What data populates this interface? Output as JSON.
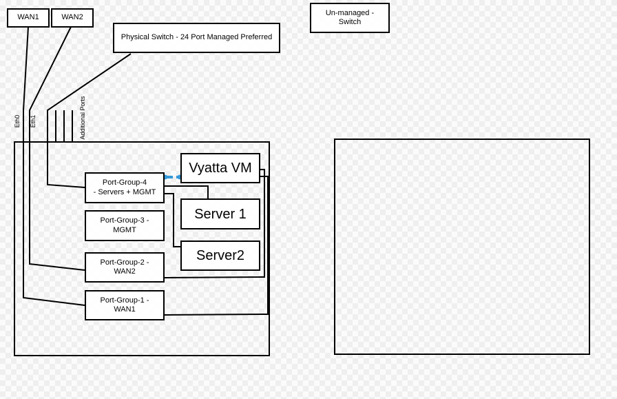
{
  "nodes": {
    "wan1": {
      "label": "WAN1"
    },
    "wan2": {
      "label": "WAN2"
    },
    "physical_switch": {
      "label": "Physical Switch - 24 Port Managed Preferred"
    },
    "unmanaged_switch": {
      "line1": "Un-managed -",
      "line2": "Switch"
    },
    "vyatta_vm": {
      "label": "Vyatta VM"
    },
    "server1": {
      "label": "Server 1"
    },
    "server2": {
      "label": "Server2"
    },
    "port_group_4": {
      "line1": "Port-Group-4",
      "line2": "- Servers + MGMT"
    },
    "port_group_3": {
      "line1": "Port-Group-3 -",
      "line2": "MGMT"
    },
    "port_group_2": {
      "line1": "Port-Group-2 -",
      "line2": "WAN2"
    },
    "port_group_1": {
      "line1": "Port-Group-1 -",
      "line2": "WAN1"
    }
  },
  "port_labels": {
    "eth0": "Eth0",
    "eth1": "Eth1",
    "additional_ports": "Additional Ports"
  },
  "colors": {
    "line": "#000000",
    "blue_connector": "#3498d8",
    "box_fill": "#ffffff",
    "checker": "#efefef"
  }
}
